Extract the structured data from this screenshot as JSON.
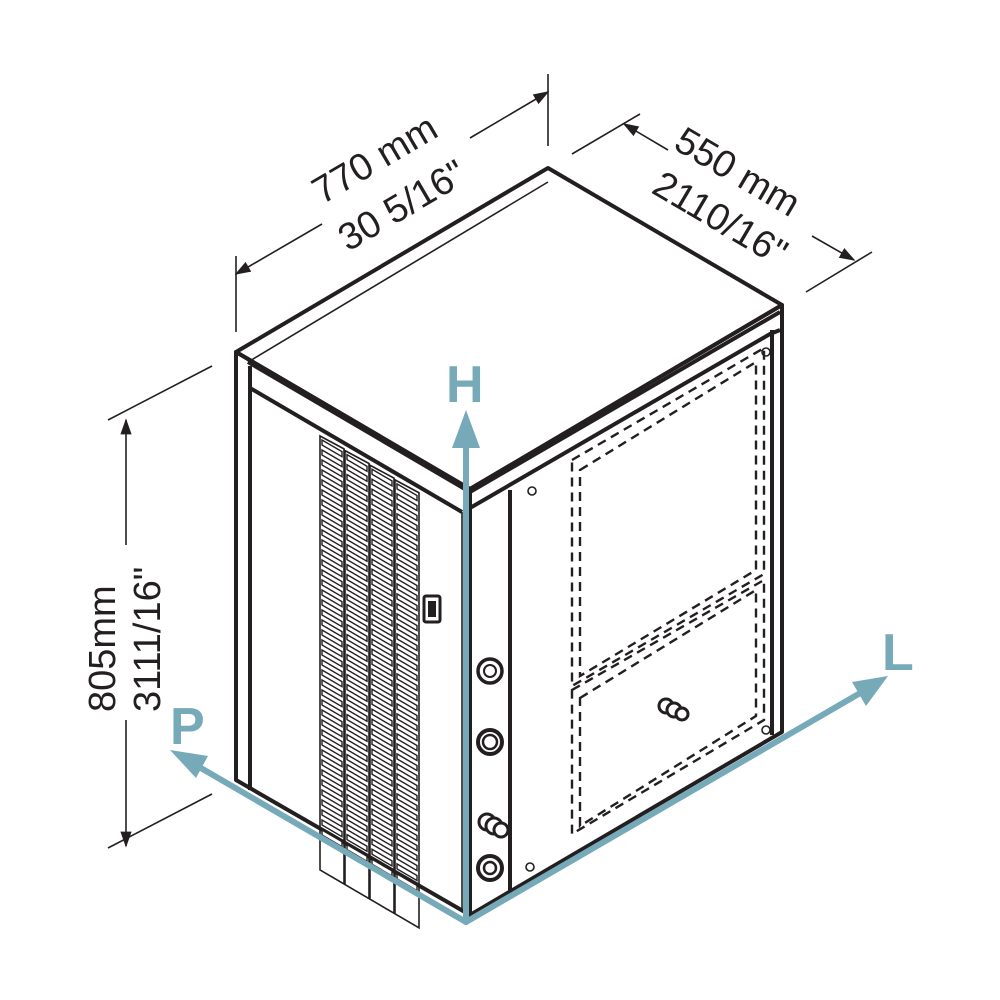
{
  "dimensions": {
    "width": {
      "metric": "770 mm",
      "imperial": "30 5/16\""
    },
    "depth": {
      "metric": "550 mm",
      "imperial": "2110/16\""
    },
    "height": {
      "metric": "805mm",
      "imperial": "3111/16\""
    }
  },
  "axes": {
    "height_label": "H",
    "length_label": "L",
    "depth_label": "P"
  },
  "colors": {
    "axis": "#76aab9",
    "outline": "#231f20",
    "face": "#ffffff"
  },
  "icons": {
    "vent_grille": "vent-grille-icon",
    "connector": "pipe-connector-icon"
  }
}
